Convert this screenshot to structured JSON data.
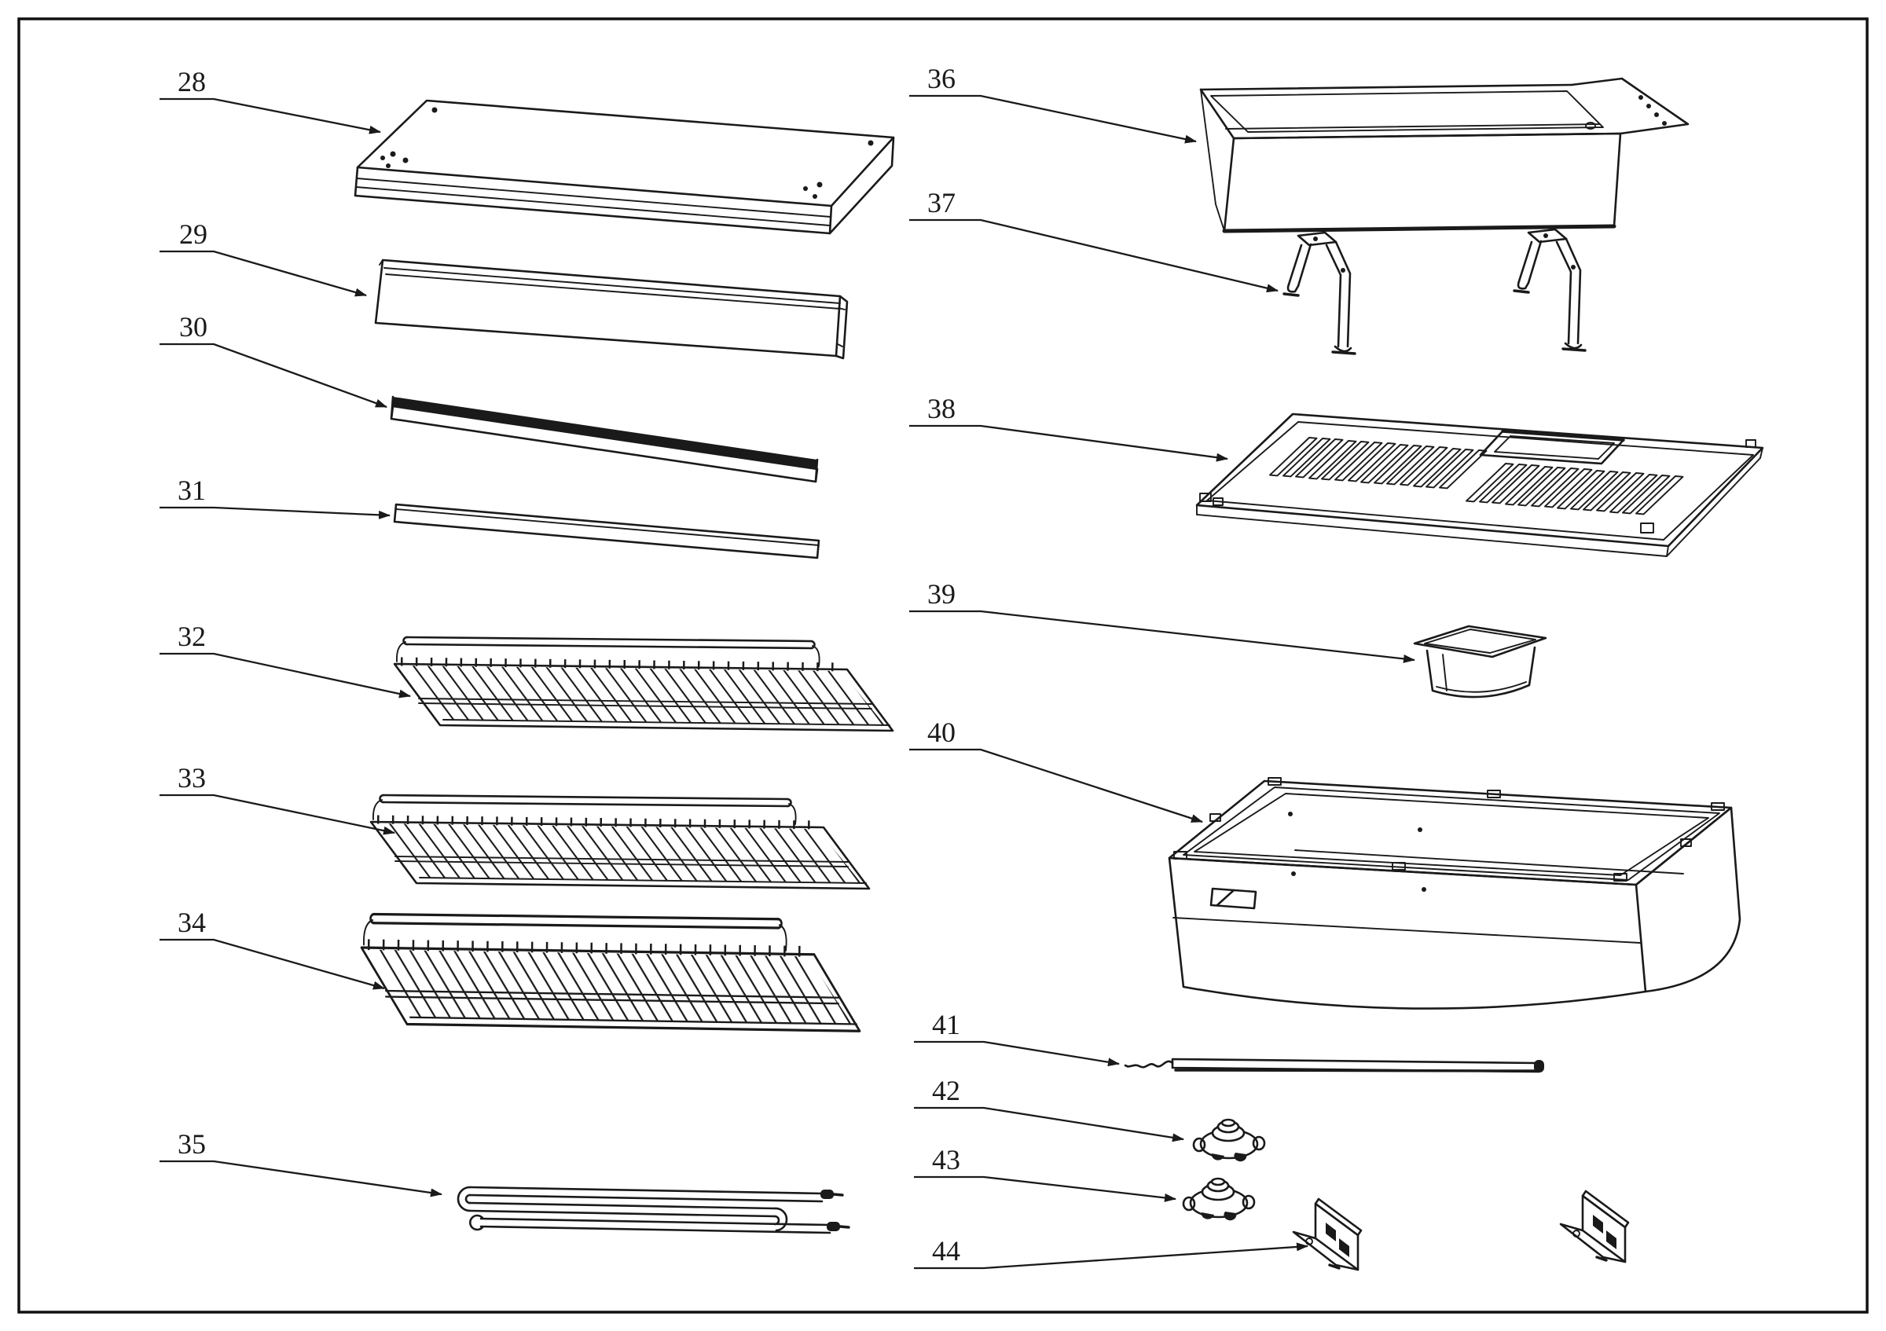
{
  "page": {
    "background": "#ffffff",
    "border_color": "#111111",
    "line_color": "#1a1a1a"
  },
  "parts": [
    {
      "number": "28"
    },
    {
      "number": "29"
    },
    {
      "number": "30"
    },
    {
      "number": "31"
    },
    {
      "number": "32"
    },
    {
      "number": "33"
    },
    {
      "number": "34"
    },
    {
      "number": "35"
    },
    {
      "number": "36"
    },
    {
      "number": "37"
    },
    {
      "number": "38"
    },
    {
      "number": "39"
    },
    {
      "number": "40"
    },
    {
      "number": "41"
    },
    {
      "number": "42"
    },
    {
      "number": "43"
    },
    {
      "number": "44"
    }
  ]
}
